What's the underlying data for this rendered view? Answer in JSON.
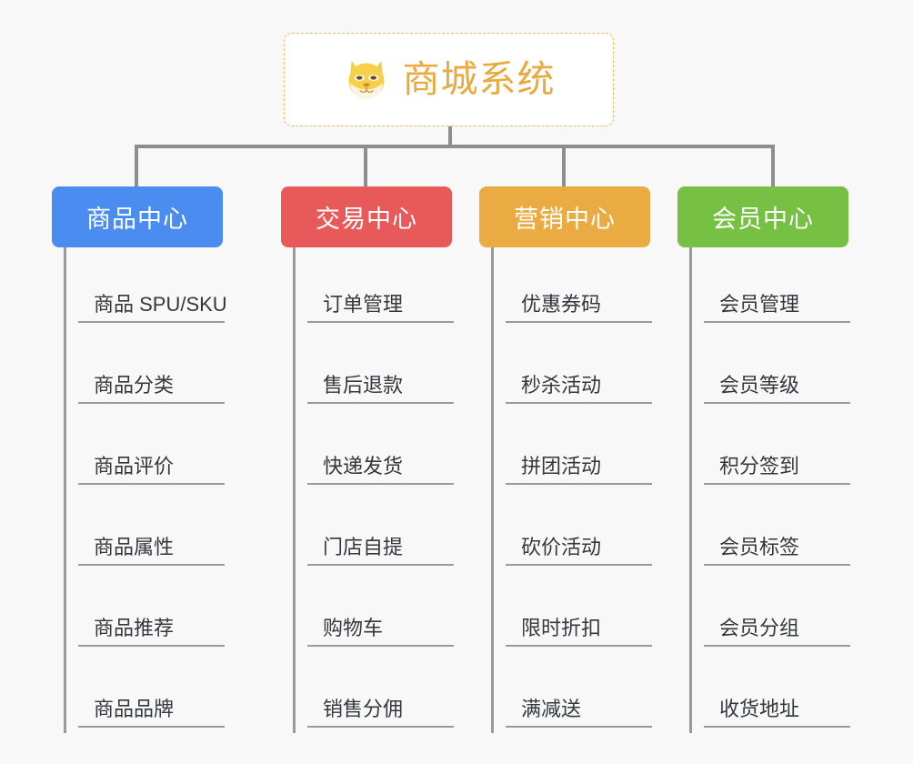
{
  "background_color": "#f8f8f8",
  "root": {
    "icon": "shiba-dog-emoji",
    "title": "商城系统",
    "title_color": "#e9ab3f",
    "border_color": "#efb95c",
    "background": "#ffffff"
  },
  "connector_color": "#8e8e8e",
  "branches": [
    {
      "label": "商品中心",
      "color": "#4a8cf0",
      "items": [
        "商品 SPU/SKU",
        "商品分类",
        "商品评价",
        "商品属性",
        "商品推荐",
        "商品品牌"
      ]
    },
    {
      "label": "交易中心",
      "color": "#e8595a",
      "items": [
        "订单管理",
        "售后退款",
        "快递发货",
        "门店自提",
        "购物车",
        "销售分佣"
      ]
    },
    {
      "label": "营销中心",
      "color": "#eaab43",
      "items": [
        "优惠券码",
        "秒杀活动",
        "拼团活动",
        "砍价活动",
        "限时折扣",
        "满减送"
      ]
    },
    {
      "label": "会员中心",
      "color": "#76c144",
      "items": [
        "会员管理",
        "会员等级",
        "积分签到",
        "会员标签",
        "会员分组",
        "收货地址"
      ]
    }
  ]
}
